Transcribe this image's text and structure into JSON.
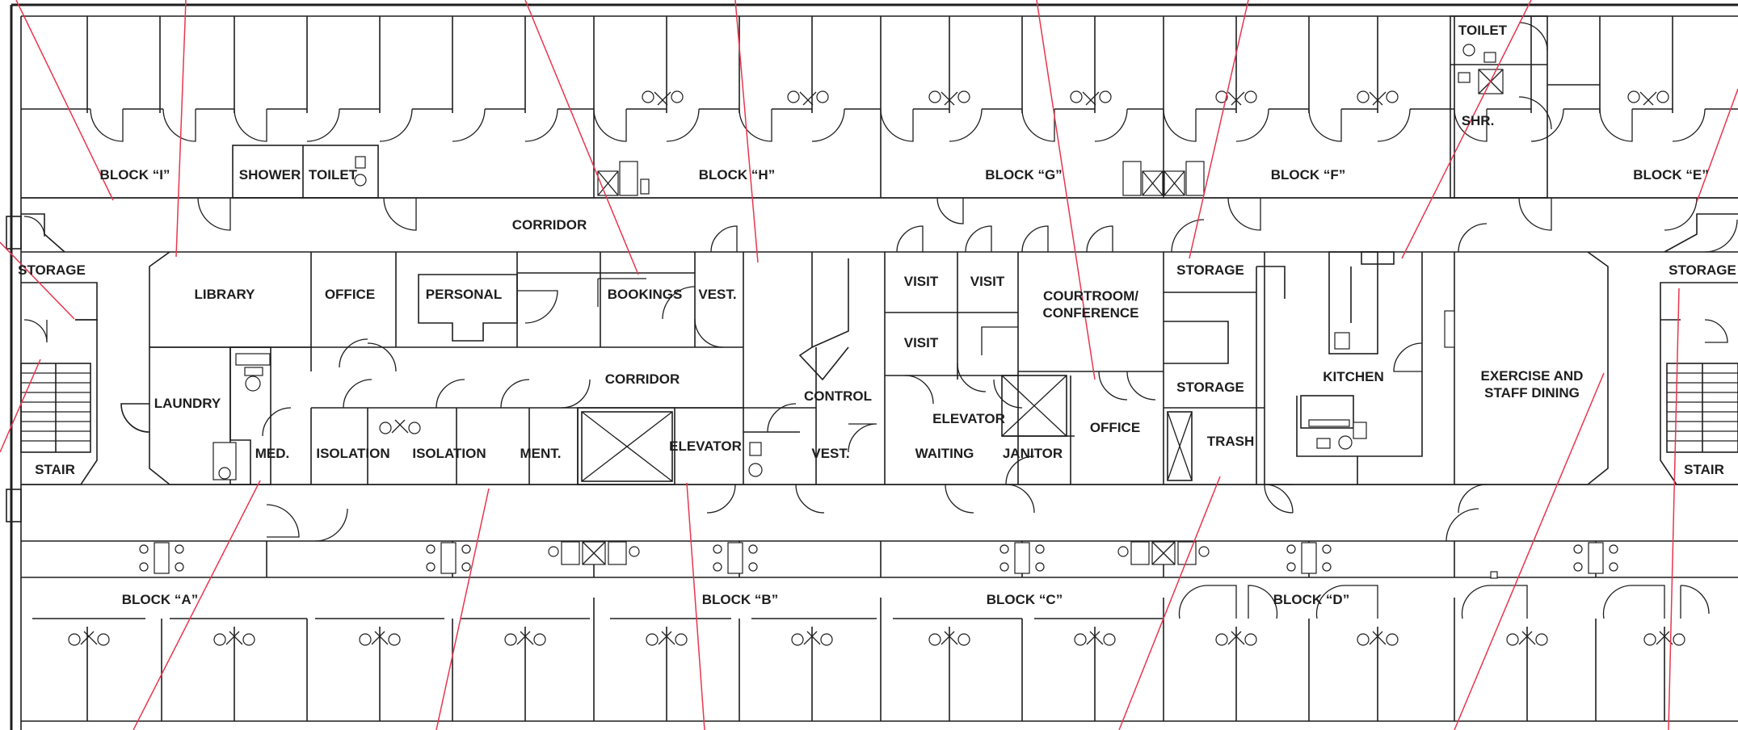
{
  "colors": {
    "walls": "#1e1e1e",
    "leader_lines": "#e8364e",
    "background": "#ffffff"
  },
  "labels": {
    "block_i": "BLOCK “I”",
    "shower": "SHOWER",
    "toilet_i": "TOILET",
    "block_h": "BLOCK “H”",
    "block_g": "BLOCK “G”",
    "block_f": "BLOCK “F”",
    "toilet_e": "TOILET",
    "shr": "SHR.",
    "block_e": "BLOCK “E”",
    "corridor_top": "CORRIDOR",
    "storage_left": "STORAGE",
    "library": "LIBRARY",
    "office_top": "OFFICE",
    "personal": "PERSONAL",
    "bookings": "BOOKINGS",
    "vest_top": "VEST.",
    "visit_1": "VISIT",
    "visit_2": "VISIT",
    "visit_3": "VISIT",
    "courtroom_1": "COURTROOM/",
    "courtroom_2": "CONFERENCE",
    "storage_mid": "STORAGE",
    "storage_right": "STORAGE",
    "laundry": "LAUNDRY",
    "corridor_mid": "CORRIDOR",
    "control": "CONTROL",
    "elevator_right": "ELEVATOR",
    "storage_mid2": "STORAGE",
    "kitchen": "KITCHEN",
    "exercise_1": "EXERCISE AND",
    "exercise_2": "STAFF DINING",
    "office_bottom": "OFFICE",
    "trash": "TRASH",
    "stair_left": "STAIR",
    "med": "MED.",
    "isolation_1": "ISOLATION",
    "isolation_2": "ISOLATION",
    "ment": "MENT.",
    "elevator_left": "ELEVATOR",
    "vest_bottom": "VEST.",
    "waiting": "WAITING",
    "janitor": "JANITOR",
    "stair_right": "STAIR",
    "block_a": "BLOCK “A”",
    "block_b": "BLOCK “B”",
    "block_c": "BLOCK “C”",
    "block_d": "BLOCK “D”"
  }
}
